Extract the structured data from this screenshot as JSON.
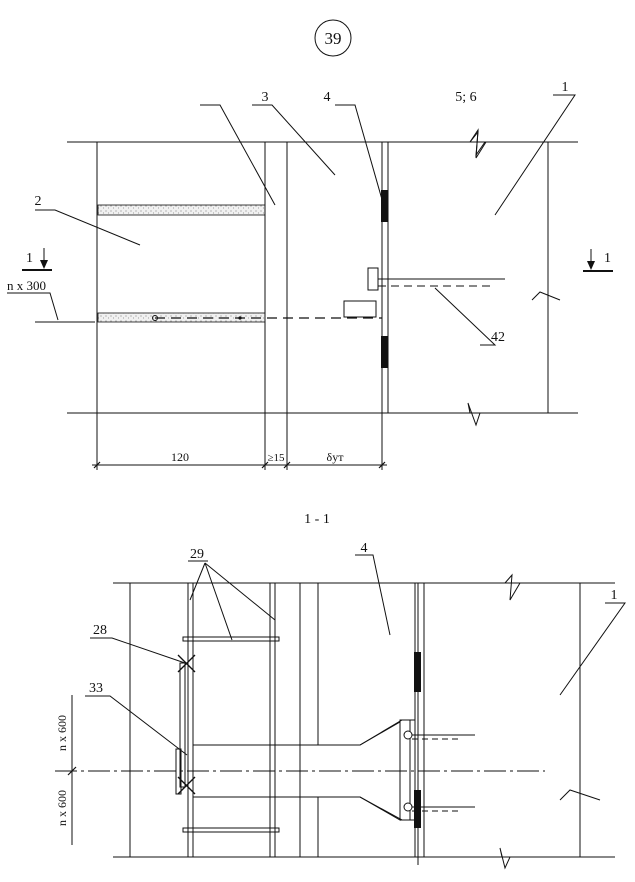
{
  "sheet": {
    "number": "39"
  },
  "top_view": {
    "labels": {
      "l1": "1",
      "l2": "2",
      "l3": "3",
      "l4": "4",
      "l56": "5; 6",
      "l42": "42"
    },
    "section_marks": {
      "left": "1",
      "right": "1"
    },
    "spacing": "n x 300",
    "dimensions": {
      "brick": "120",
      "gap": "≥15",
      "insulation": "δут"
    }
  },
  "section_view": {
    "title": "1 - 1",
    "labels": {
      "l29": "29",
      "l4": "4",
      "l1": "1",
      "l28": "28",
      "l33": "33"
    },
    "spacing_upper": "n x 600",
    "spacing_lower": "n x 600"
  },
  "colors": {
    "ink": "#111111",
    "paper": "#ffffff"
  }
}
